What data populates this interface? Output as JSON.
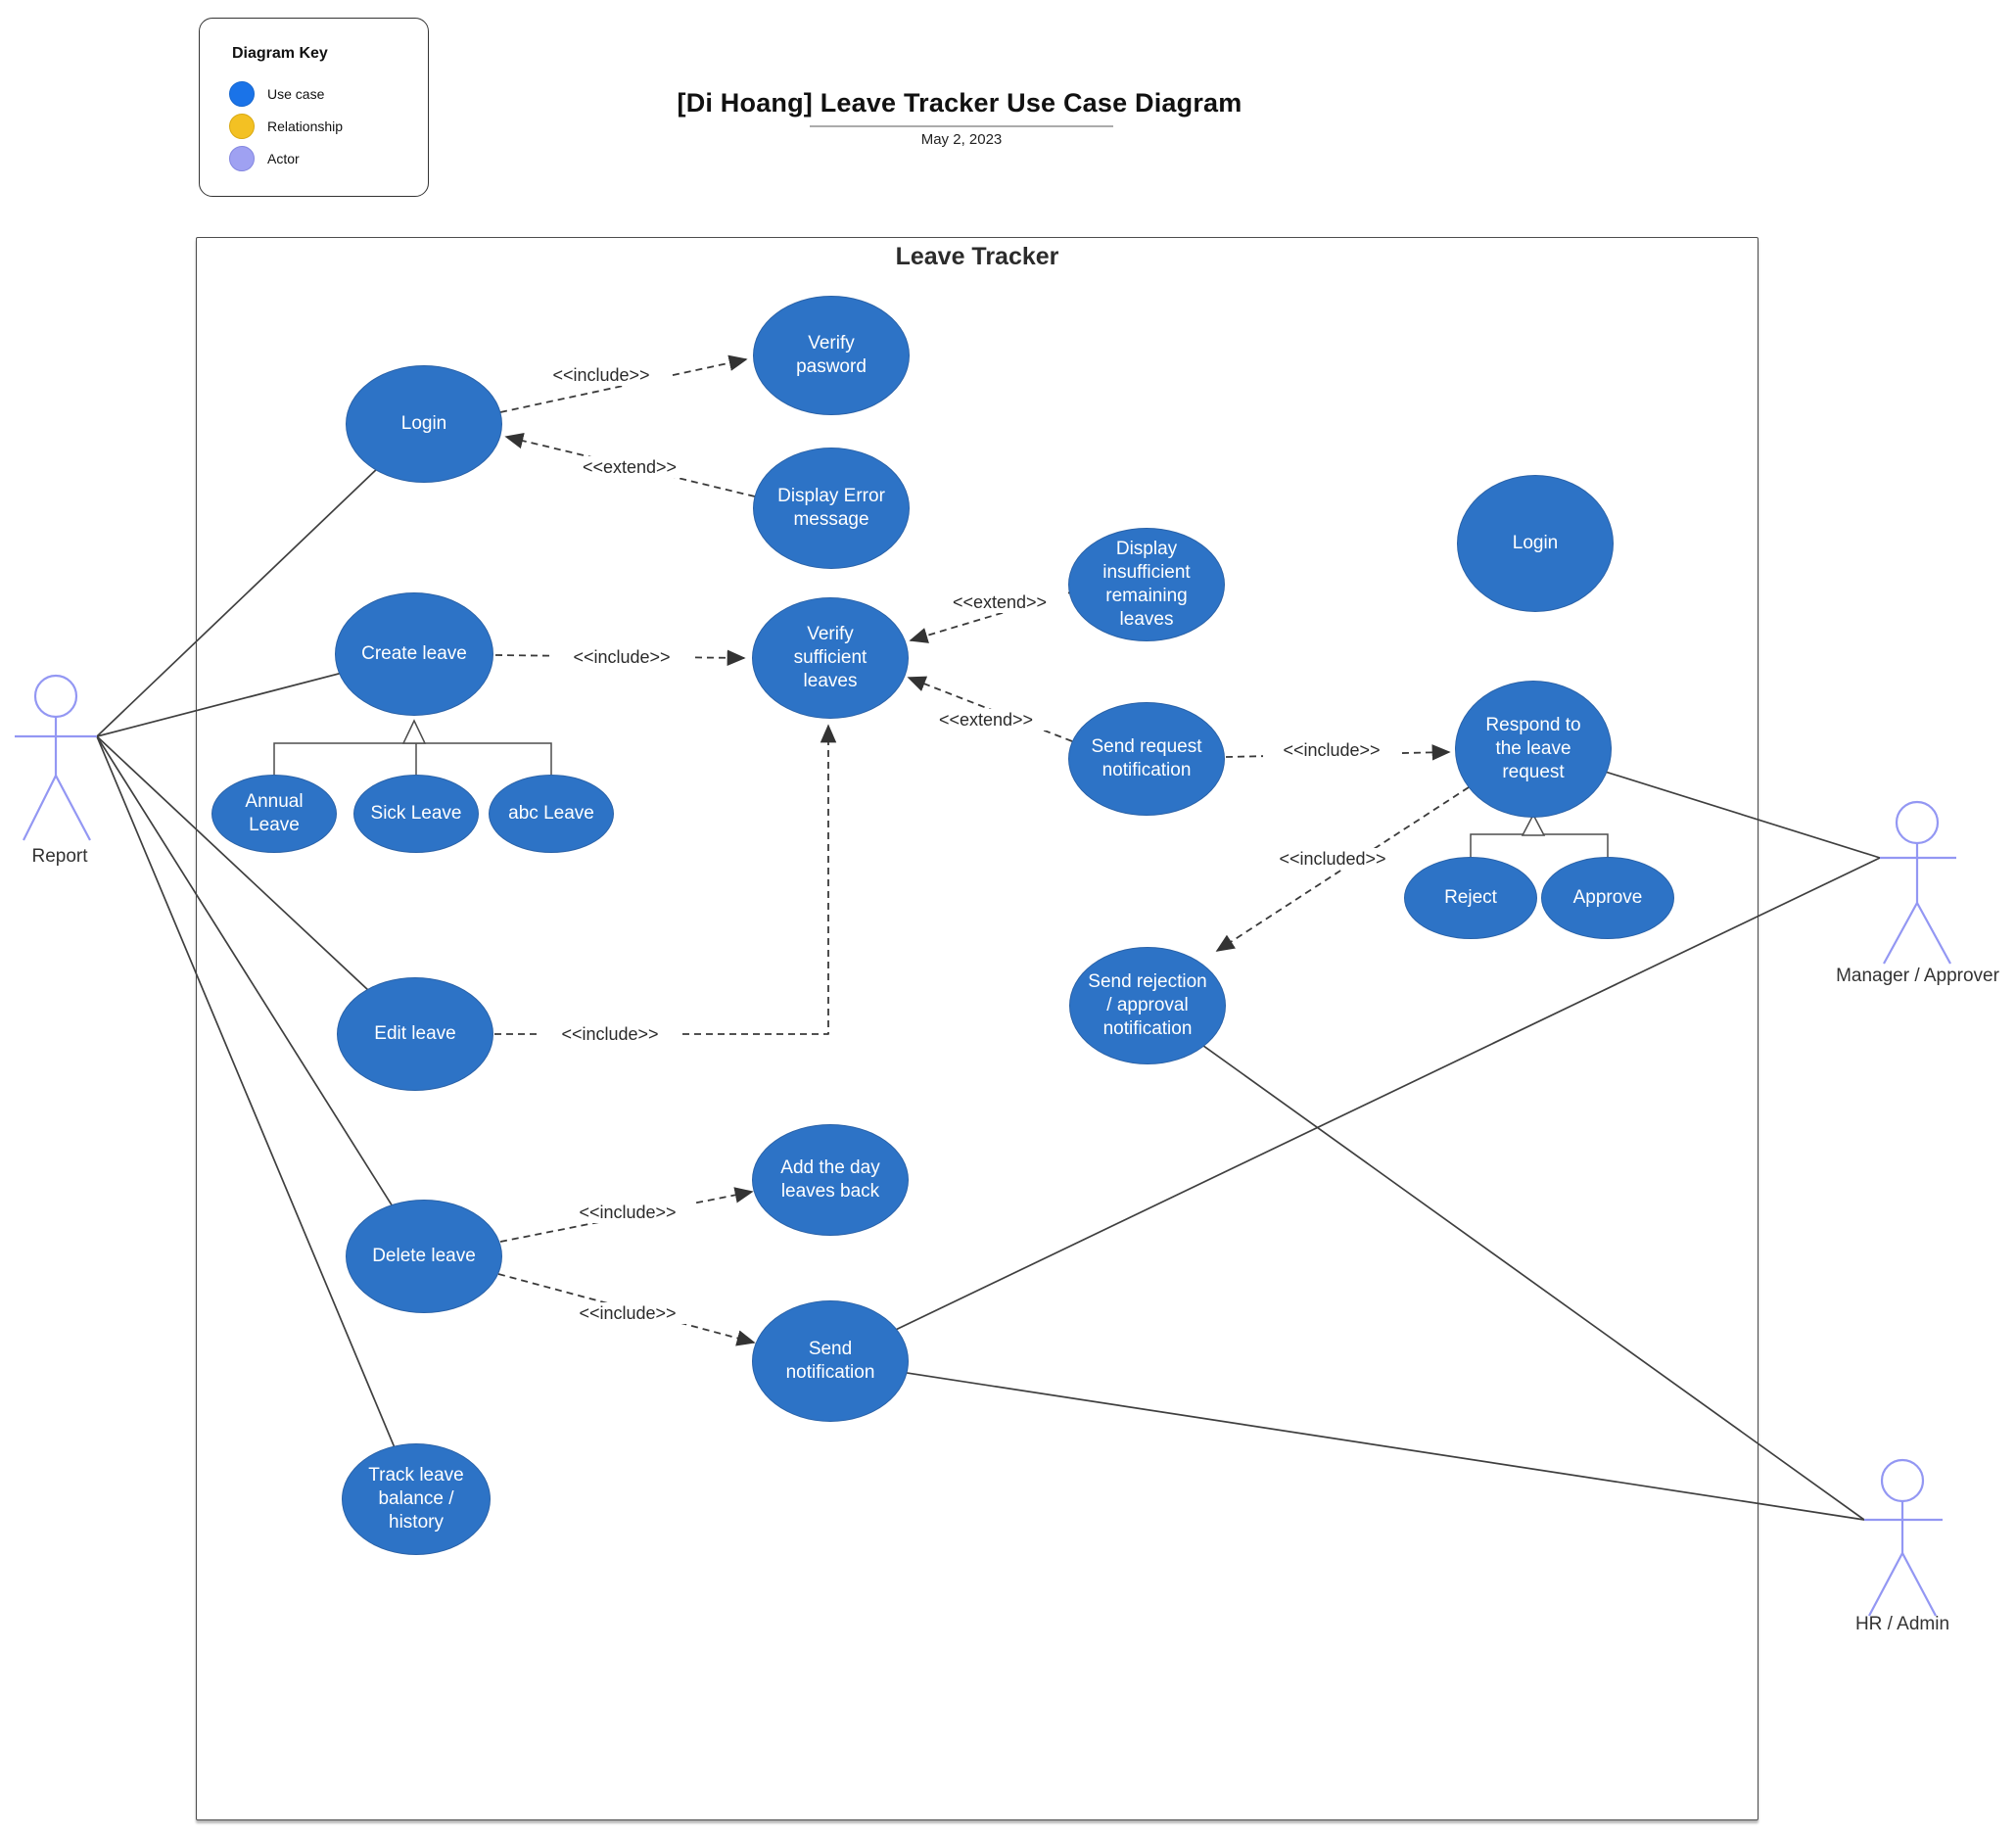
{
  "title": {
    "text": "[Di Hoang] Leave Tracker Use Case Diagram",
    "date": "May 2, 2023"
  },
  "key": {
    "title": "Diagram Key",
    "items": [
      {
        "label": "Use case",
        "color": "#1a73e8"
      },
      {
        "label": "Relationship",
        "color": "#f3c123"
      },
      {
        "label": "Actor",
        "color": "#9fa1f2"
      }
    ]
  },
  "system": {
    "title": "Leave Tracker"
  },
  "colors": {
    "use_case_fill": "#2d73c6",
    "use_case_border": "#2a62a8",
    "actor_stroke": "#9397f3",
    "line": "#3f3f3f"
  },
  "use_cases": [
    {
      "id": "login-left",
      "label": "Login"
    },
    {
      "id": "verify-password",
      "label": "Verify pasword"
    },
    {
      "id": "display-error",
      "label": "Display Error message"
    },
    {
      "id": "verify-sufficient",
      "label": "Verify sufficient leaves"
    },
    {
      "id": "display-insufficient",
      "label": "Display insufficient remaining leaves"
    },
    {
      "id": "send-request",
      "label": "Send request notification"
    },
    {
      "id": "login-right",
      "label": "Login"
    },
    {
      "id": "respond",
      "label": "Respond to the leave request"
    },
    {
      "id": "reject",
      "label": "Reject"
    },
    {
      "id": "approve",
      "label": "Approve"
    },
    {
      "id": "send-rejection",
      "label": "Send rejection / approval notification"
    },
    {
      "id": "create-leave",
      "label": "Create leave"
    },
    {
      "id": "annual-leave",
      "label": "Annual Leave"
    },
    {
      "id": "sick-leave",
      "label": "Sick Leave"
    },
    {
      "id": "abc-leave",
      "label": "abc Leave"
    },
    {
      "id": "edit-leave",
      "label": "Edit leave"
    },
    {
      "id": "delete-leave",
      "label": "Delete leave"
    },
    {
      "id": "add-day-back",
      "label": "Add the day leaves back"
    },
    {
      "id": "send-notification",
      "label": "Send notification"
    },
    {
      "id": "track-leave",
      "label": "Track leave balance / history"
    }
  ],
  "actors": [
    {
      "id": "report",
      "label": "Report"
    },
    {
      "id": "manager",
      "label": "Manager / Approver"
    },
    {
      "id": "hr",
      "label": "HR / Admin"
    }
  ],
  "relationships": [
    {
      "type": "include",
      "label": "<<include>>",
      "from": "Login",
      "to": "Verify pasword"
    },
    {
      "type": "extend",
      "label": "<<extend>>",
      "from": "Display Error message",
      "to": "Login"
    },
    {
      "type": "include",
      "label": "<<include>>",
      "from": "Create leave",
      "to": "Verify sufficient leaves"
    },
    {
      "type": "extend",
      "label": "<<extend>>",
      "from": "Display insufficient remaining leaves",
      "to": "Verify sufficient leaves"
    },
    {
      "type": "extend",
      "label": "<<extend>>",
      "from": "Send request notification",
      "to": "Verify sufficient leaves"
    },
    {
      "type": "include",
      "label": "<<include>>",
      "from": "Send request notification",
      "to": "Respond to the leave request"
    },
    {
      "type": "included",
      "label": "<<included>>",
      "from": "Respond to the leave request",
      "to": "Send rejection / approval notification"
    },
    {
      "type": "include",
      "label": "<<include>>",
      "from": "Edit leave",
      "to": "Verify sufficient leaves"
    },
    {
      "type": "include",
      "label": "<<include>>",
      "from": "Delete leave",
      "to": "Add the day leaves back"
    },
    {
      "type": "include",
      "label": "<<include>>",
      "from": "Delete leave",
      "to": "Send notification"
    }
  ],
  "generalizations": [
    {
      "parent": "Create leave",
      "children": [
        "Annual Leave",
        "Sick Leave",
        "abc Leave"
      ]
    },
    {
      "parent": "Respond to the leave request",
      "children": [
        "Reject",
        "Approve"
      ]
    }
  ],
  "associations": [
    {
      "actor": "Report",
      "use_cases": [
        "Login",
        "Create leave",
        "Edit leave",
        "Delete leave",
        "Track leave balance / history"
      ]
    },
    {
      "actor": "Manager / Approver",
      "use_cases": [
        "Respond to the leave request",
        "Send notification"
      ]
    },
    {
      "actor": "HR / Admin",
      "use_cases": [
        "Send rejection / approval notification",
        "Send notification"
      ]
    }
  ]
}
